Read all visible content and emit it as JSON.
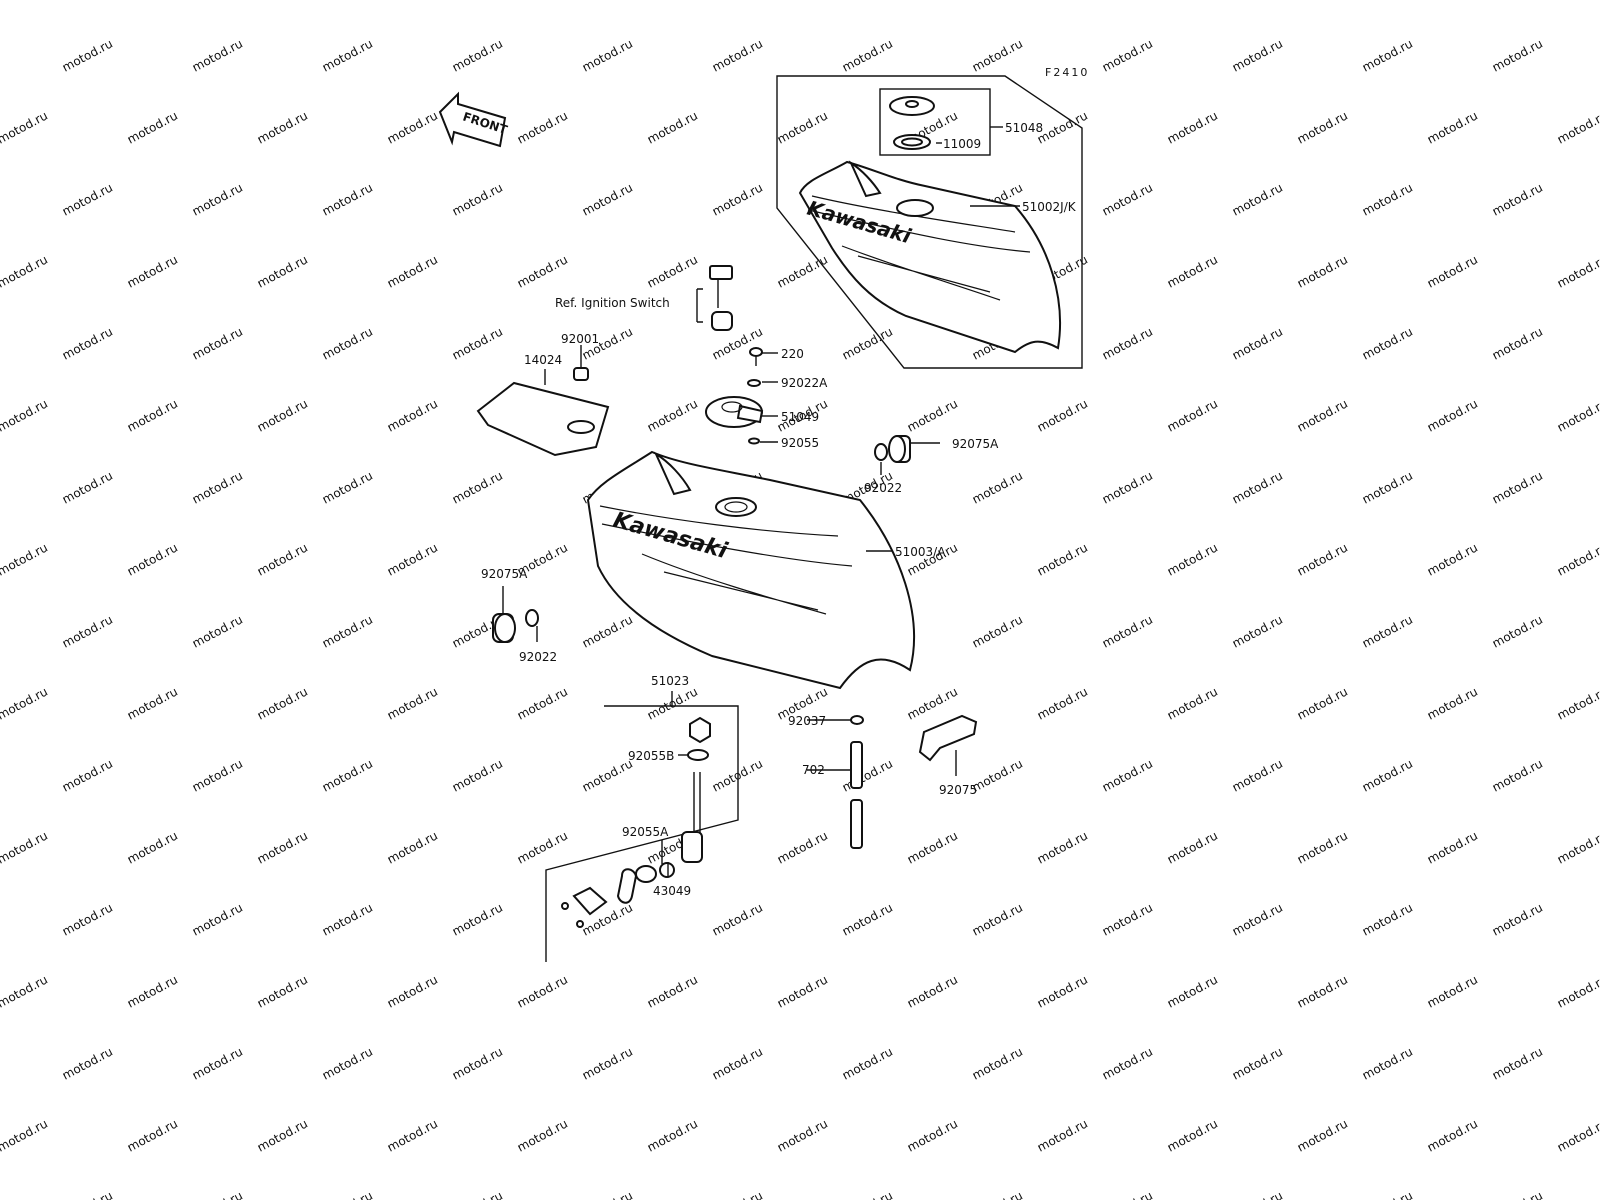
{
  "figure_code": "F2410",
  "front_label": "FRONT",
  "brand_text": "Kawasaki",
  "watermark": "motod.ru",
  "ref_label": "Ref. Ignition Switch",
  "callouts": {
    "c51048": "51048",
    "c11009": "11009",
    "c51002": "51002J/K",
    "c220": "220",
    "c92022A": "92022A",
    "c51049": "51049",
    "c92055": "92055",
    "c92075A_right": "92075A",
    "c92022_right": "92022",
    "c51003": "51003/A",
    "c92001": "92001",
    "c14024": "14024",
    "c92075A_left": "92075A",
    "c92022_left": "92022",
    "c51023": "51023",
    "c92055B": "92055B",
    "c92055A": "92055A",
    "c43049": "43049",
    "c92037": "92037",
    "c702": "702",
    "c92075": "92075"
  }
}
